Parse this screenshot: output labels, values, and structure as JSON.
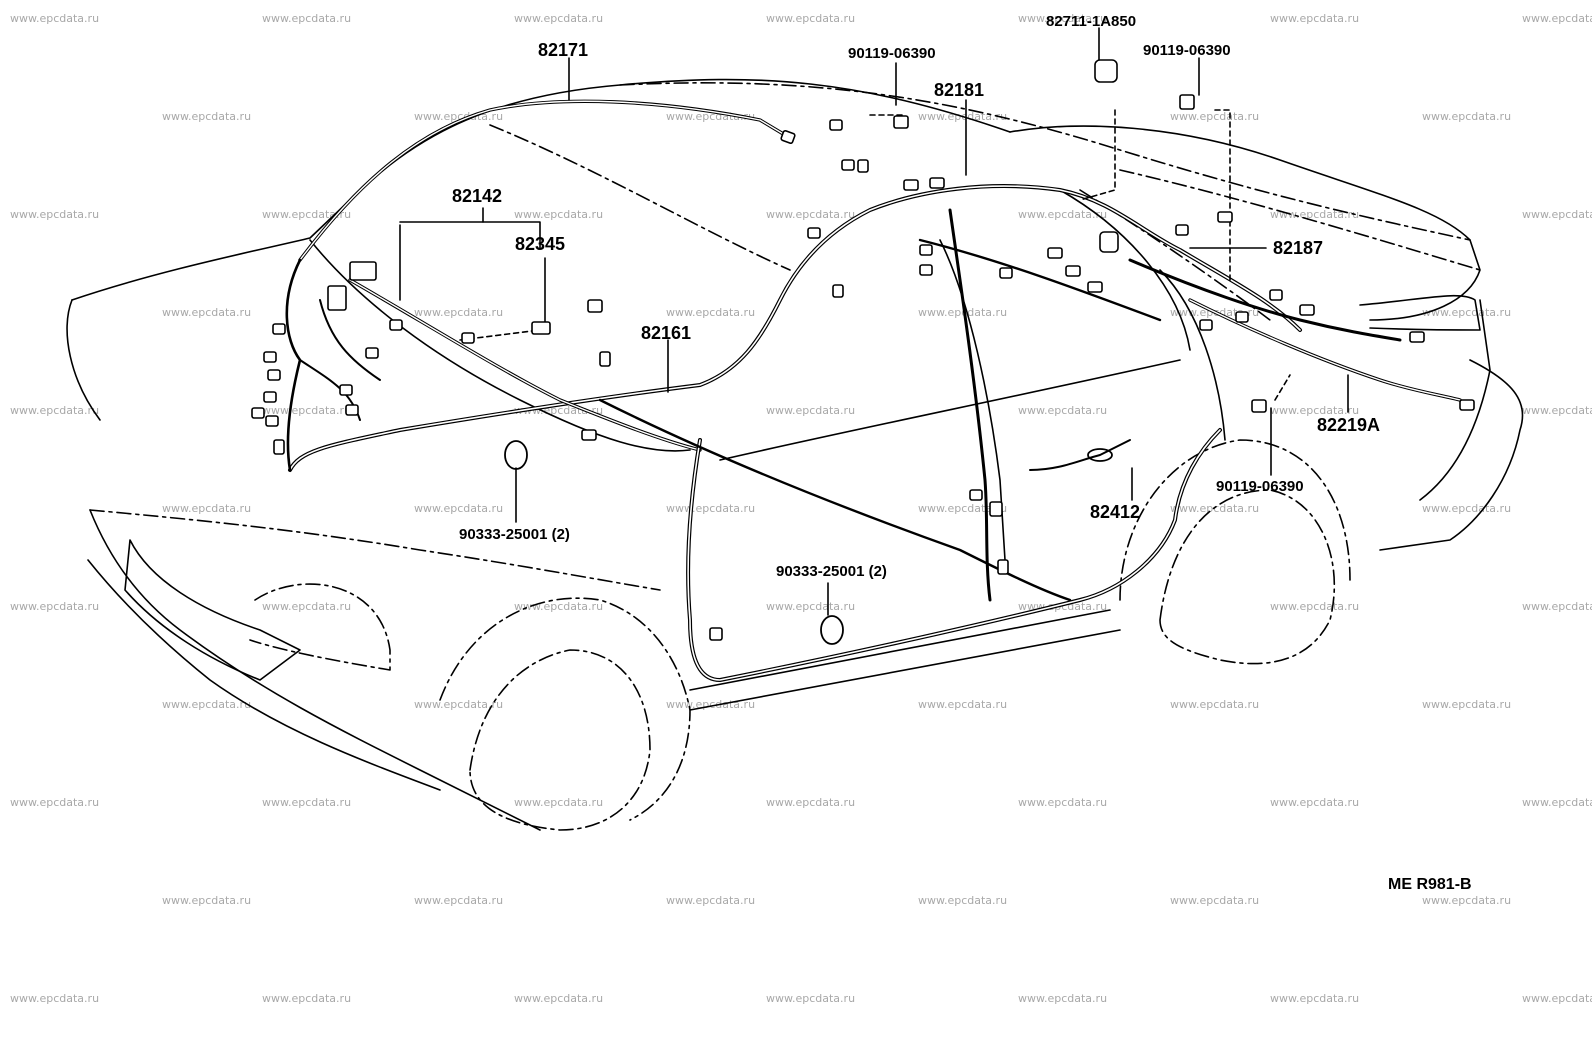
{
  "watermark": "www.epcdata.ru",
  "diagram_code": "ME R981-B",
  "parts": {
    "p82171": "82171",
    "p82142": "82142",
    "p82345": "82345",
    "p82161": "82161",
    "p90119_a": "90119-06390",
    "p82181": "82181",
    "p82711": "82711-1A850",
    "p90119_b": "90119-06390",
    "p82187": "82187",
    "p82219A": "82219A",
    "p90119_c": "90119-06390",
    "p82412": "82412",
    "p90333_a": "90333-25001 (2)",
    "p90333_b": "90333-25001 (2)"
  }
}
